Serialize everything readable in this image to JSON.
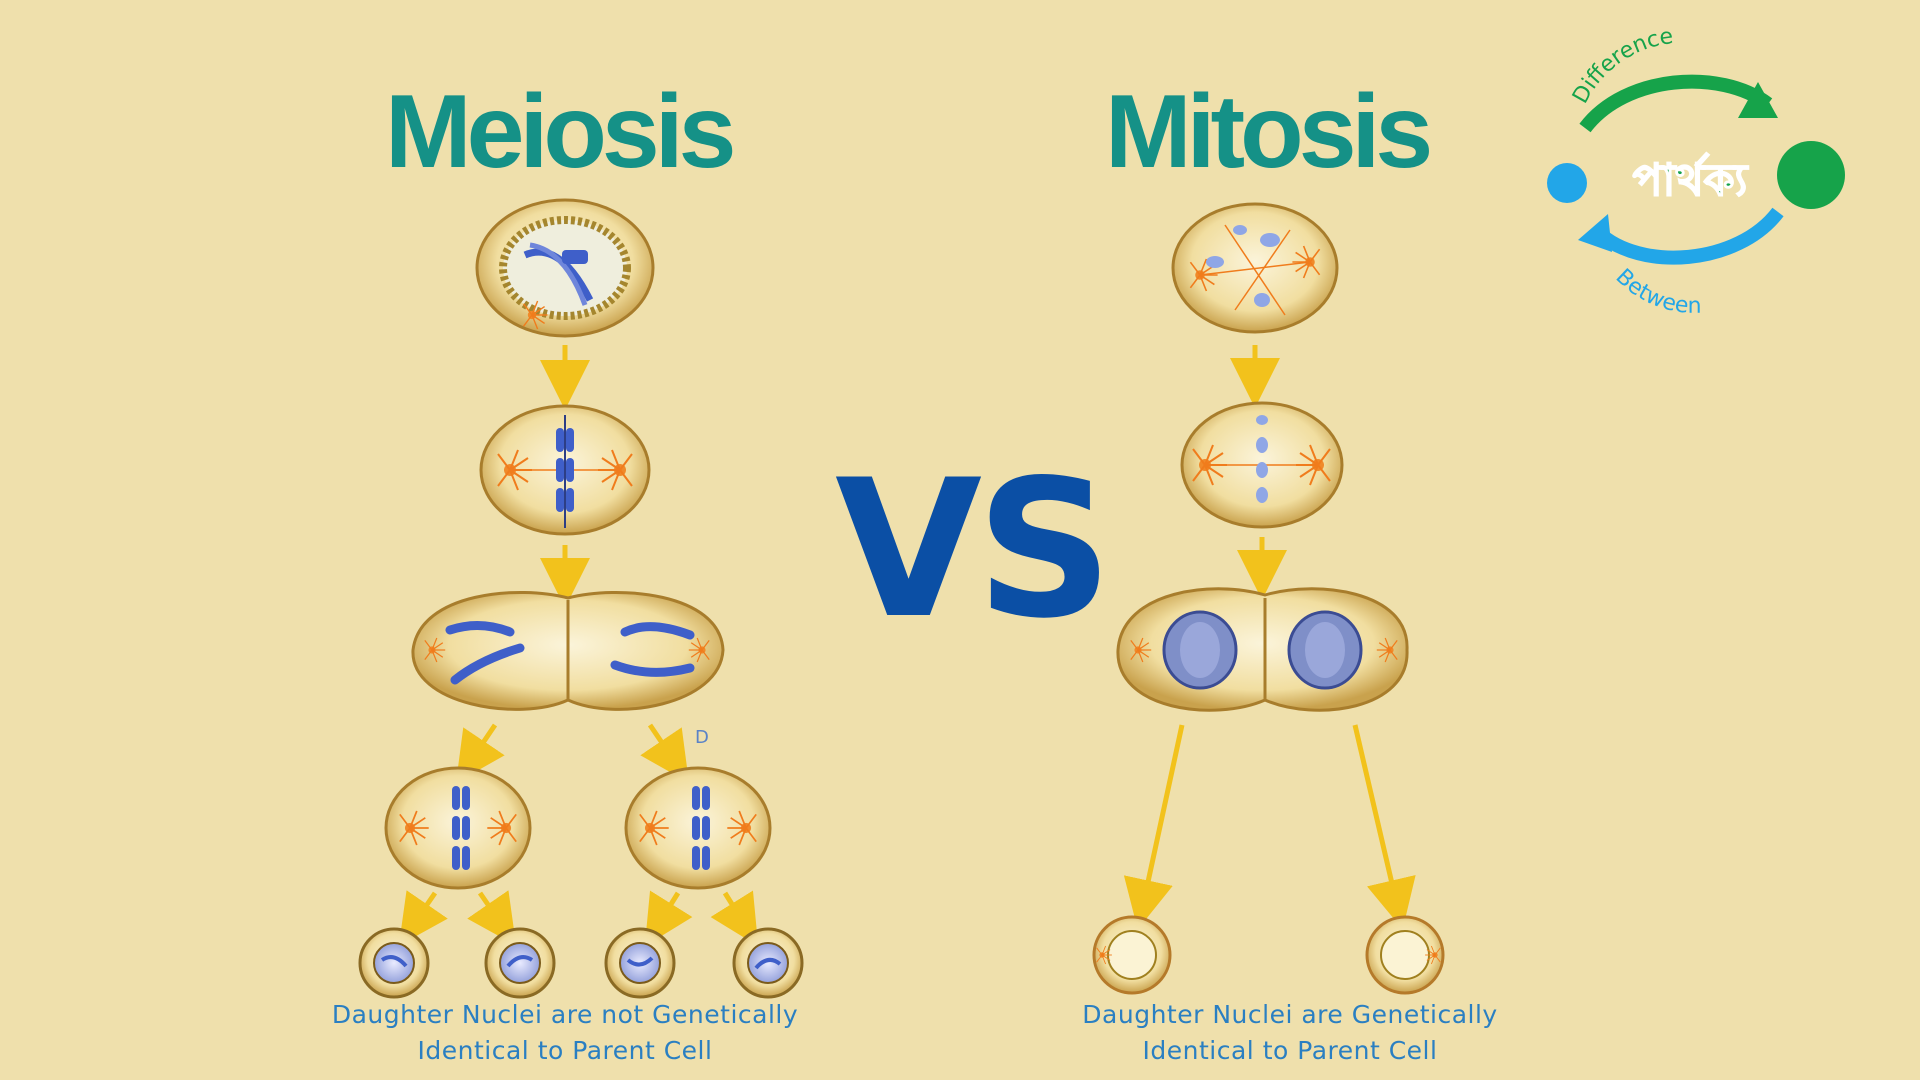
{
  "meiosis": {
    "title": "Meiosis",
    "caption_line1": "Daughter Nuclei are not Genetically",
    "caption_line2": "Identical to Parent Cell",
    "stray_label": "D"
  },
  "vs_label": "VS",
  "mitosis": {
    "title": "Mitosis",
    "caption_line1": "Daughter Nuclei are Genetically",
    "caption_line2": "Identical to Parent Cell"
  },
  "logo": {
    "top_text": "Difference",
    "center_text": "পার্থক্য",
    "bottom_text": "Between"
  },
  "colors": {
    "background": "#efe0ac",
    "title": "#159187",
    "vs": "#0b4fa5",
    "caption": "#2a7fc2",
    "arrow": "#f2c21c",
    "logo_green": "#16a34a",
    "logo_blue": "#22a6e8"
  }
}
